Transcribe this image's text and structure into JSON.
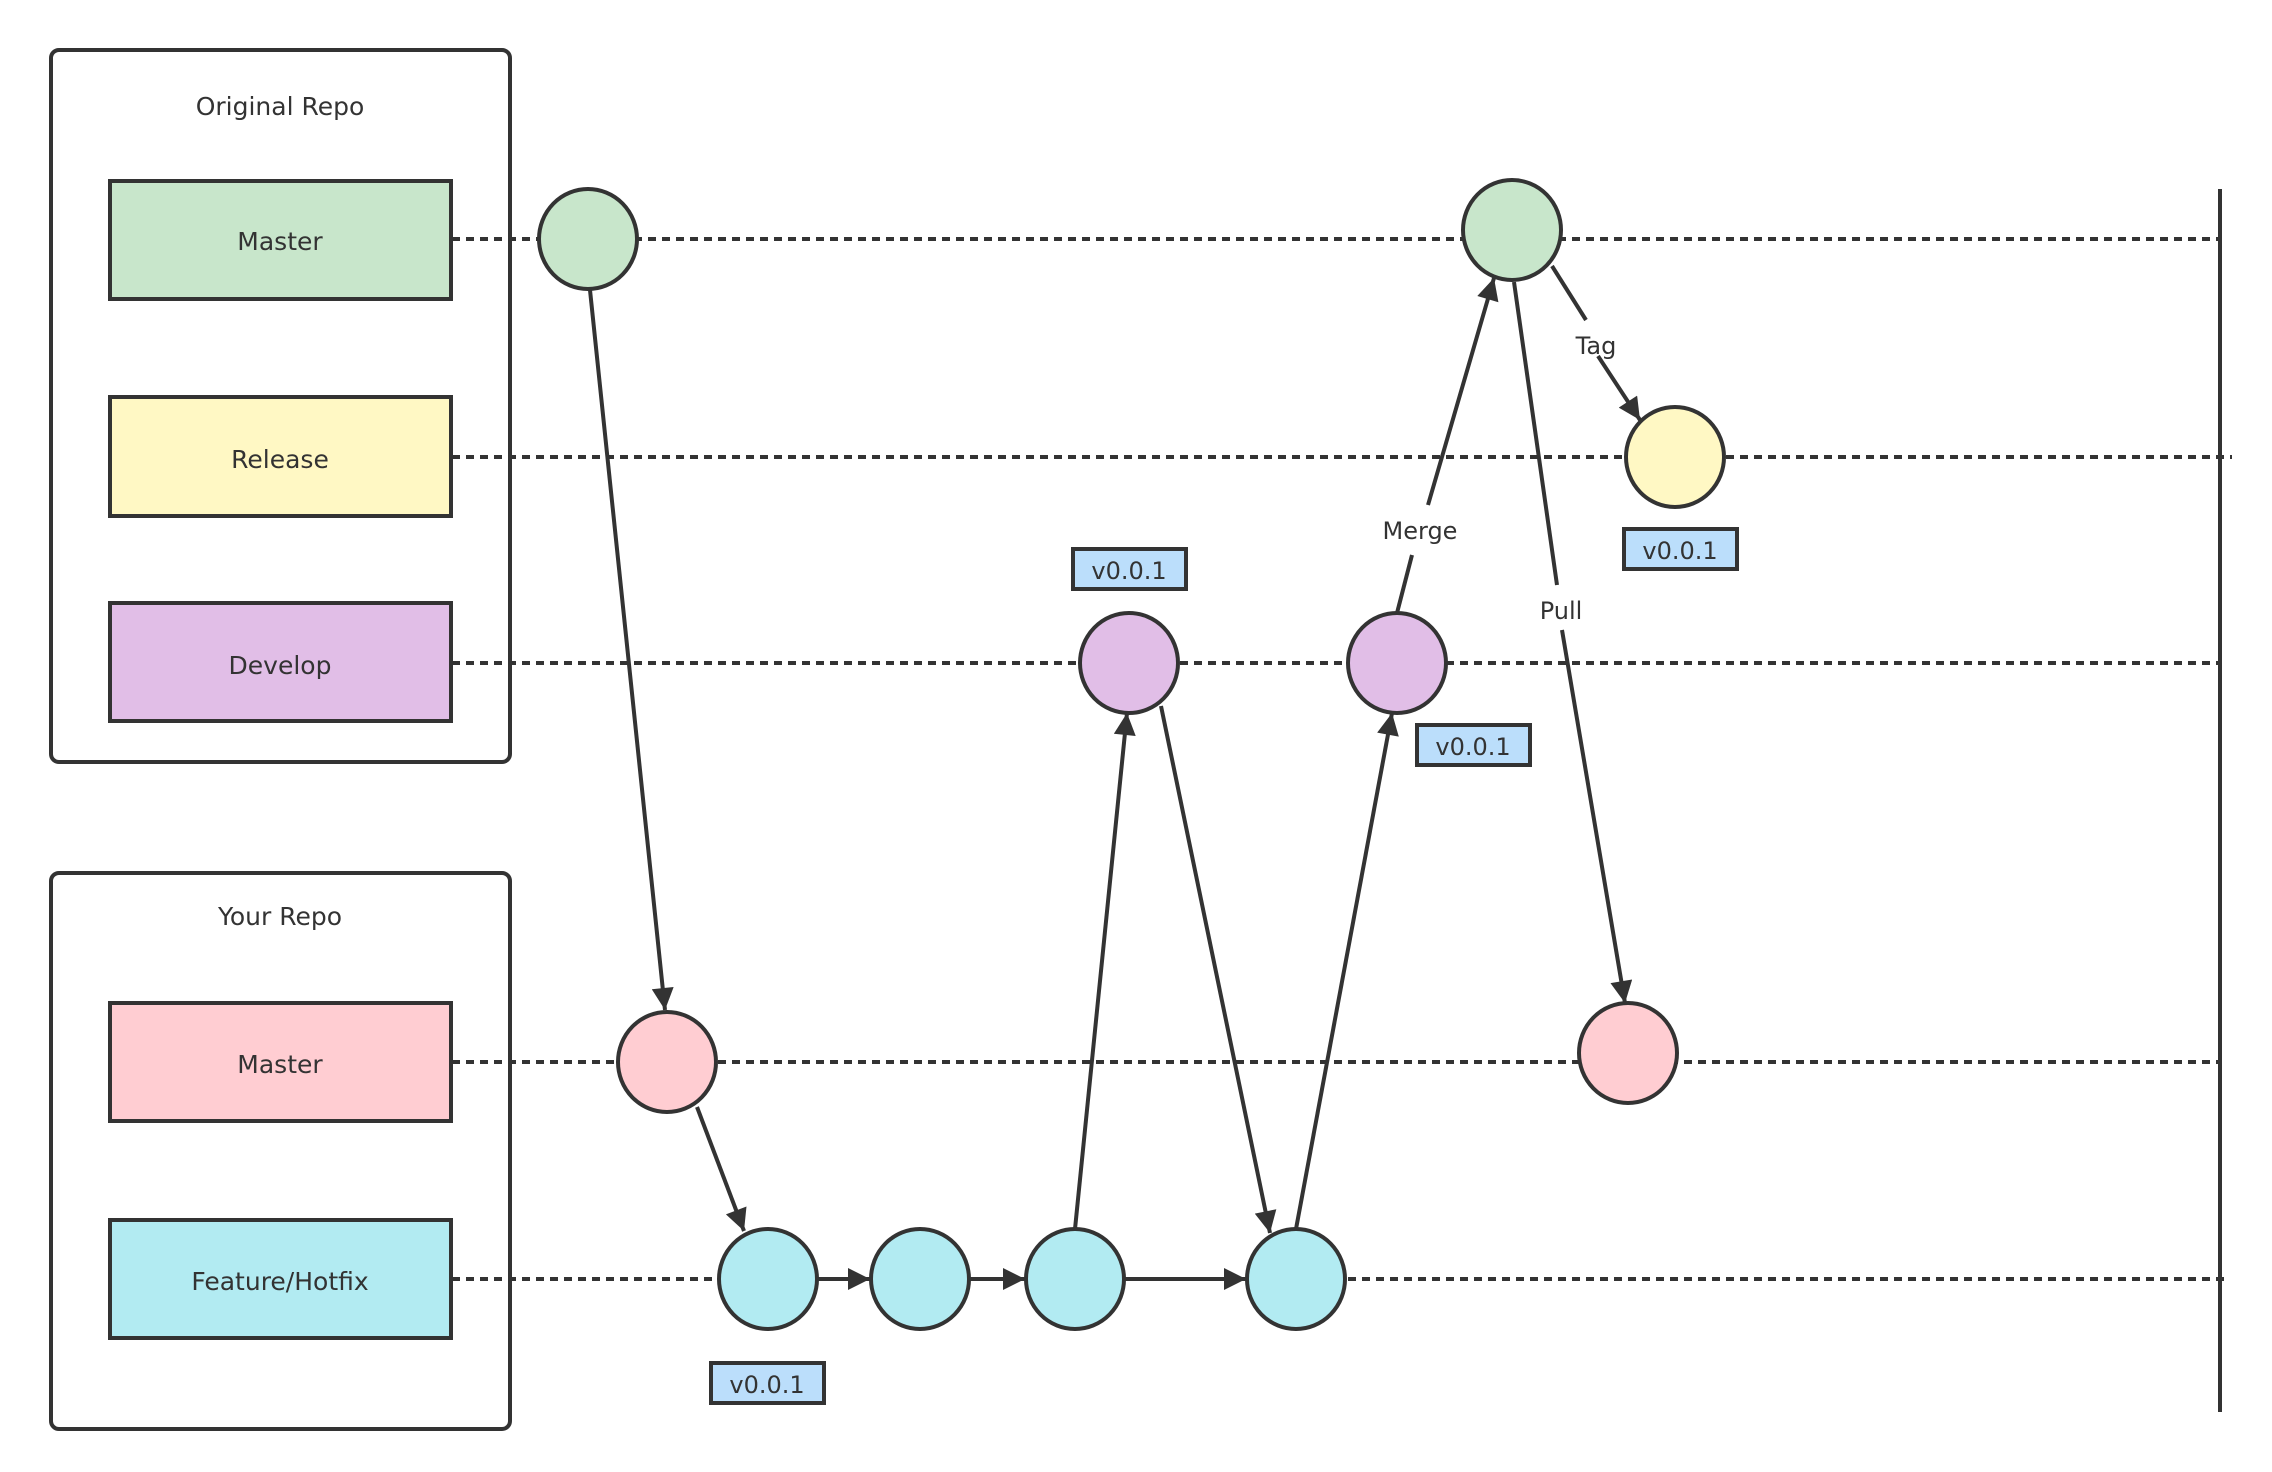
{
  "colors": {
    "stroke": "#333333",
    "orig_master": "#c8e6cb",
    "release": "#fff8c4",
    "develop": "#e1bee7",
    "your_master": "#ffcdd2",
    "feature": "#b2ebf2",
    "tag": "#bbdefb"
  },
  "groups": [
    {
      "title": "Original Repo",
      "branches": [
        "orig_master",
        "release",
        "develop"
      ]
    },
    {
      "title": "Your Repo",
      "branches": [
        "your_master",
        "feature"
      ]
    }
  ],
  "branches": {
    "orig_master": {
      "label": "Master"
    },
    "release": {
      "label": "Release"
    },
    "develop": {
      "label": "Develop"
    },
    "your_master": {
      "label": "Master"
    },
    "feature": {
      "label": "Feature/Hotfix"
    }
  },
  "edge_labels": {
    "tag": "Tag",
    "merge": "Merge",
    "pull": "Pull"
  },
  "tags": [
    {
      "label": "v0.0.1",
      "attached_to": "feature-commit-1"
    },
    {
      "label": "v0.0.1",
      "attached_to": "develop-commit-1"
    },
    {
      "label": "v0.0.1",
      "attached_to": "develop-commit-2"
    },
    {
      "label": "v0.0.1",
      "attached_to": "release-commit-1"
    }
  ],
  "commits": [
    {
      "id": "orig-master-commit-1",
      "branch": "orig_master"
    },
    {
      "id": "orig-master-commit-2",
      "branch": "orig_master"
    },
    {
      "id": "release-commit-1",
      "branch": "release"
    },
    {
      "id": "develop-commit-1",
      "branch": "develop"
    },
    {
      "id": "develop-commit-2",
      "branch": "develop"
    },
    {
      "id": "your-master-commit-1",
      "branch": "your_master"
    },
    {
      "id": "your-master-commit-2",
      "branch": "your_master"
    },
    {
      "id": "feature-commit-1",
      "branch": "feature"
    },
    {
      "id": "feature-commit-2",
      "branch": "feature"
    },
    {
      "id": "feature-commit-3",
      "branch": "feature"
    },
    {
      "id": "feature-commit-4",
      "branch": "feature"
    }
  ],
  "edges": [
    {
      "from": "orig-master-commit-1",
      "to": "your-master-commit-1",
      "label": ""
    },
    {
      "from": "your-master-commit-1",
      "to": "feature-commit-1",
      "label": ""
    },
    {
      "from": "feature-commit-1",
      "to": "feature-commit-2",
      "label": ""
    },
    {
      "from": "feature-commit-2",
      "to": "feature-commit-3",
      "label": ""
    },
    {
      "from": "feature-commit-3",
      "to": "develop-commit-1",
      "label": ""
    },
    {
      "from": "develop-commit-1",
      "to": "feature-commit-4",
      "label": ""
    },
    {
      "from": "feature-commit-3",
      "to": "feature-commit-4",
      "label": ""
    },
    {
      "from": "feature-commit-4",
      "to": "develop-commit-2",
      "label": ""
    },
    {
      "from": "develop-commit-2",
      "to": "orig-master-commit-2",
      "label": "Merge"
    },
    {
      "from": "orig-master-commit-2",
      "to": "release-commit-1",
      "label": "Tag"
    },
    {
      "from": "orig-master-commit-2",
      "to": "your-master-commit-2",
      "label": "Pull"
    }
  ]
}
